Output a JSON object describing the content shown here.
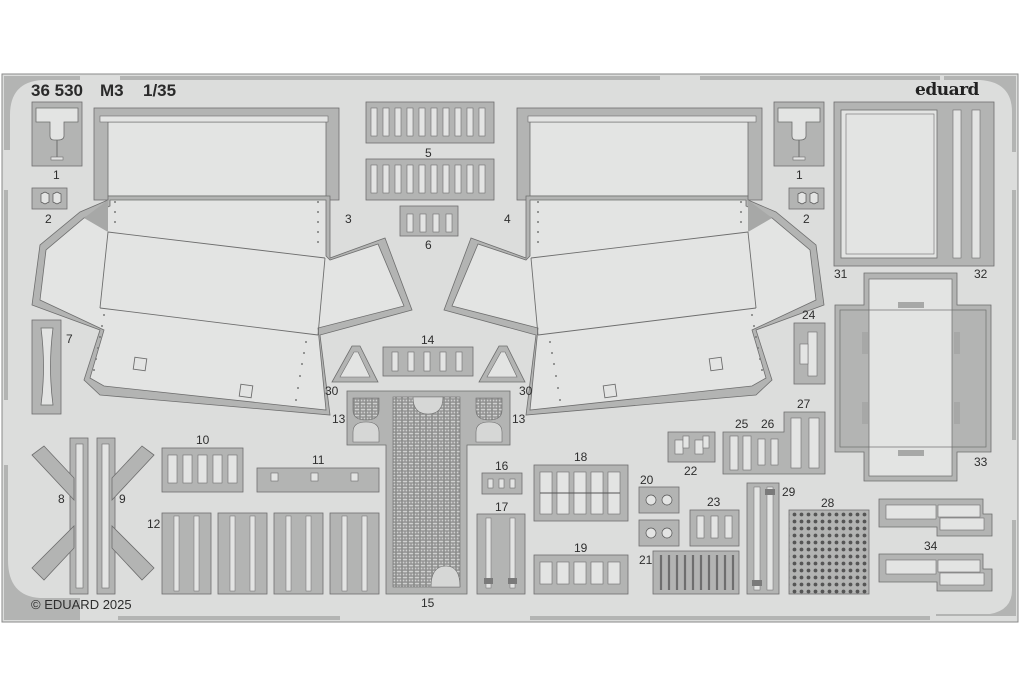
{
  "sheet": {
    "kit_number": "36 530",
    "model": "M3",
    "scale": "1/35",
    "brand": "eduard",
    "copyright": "© EDUARD 2025",
    "colors": {
      "background": "#ffffff",
      "fret": "#dcdddc",
      "part_fill": "#e3e4e3",
      "carrier": "#b3b4b3",
      "outline": "#6e6e6e",
      "text": "#2e2e2e"
    }
  },
  "parts": [
    {
      "id": "1",
      "label": "1",
      "description": "T-handle bracket (left)"
    },
    {
      "id": "1b",
      "label": "1",
      "description": "T-handle bracket (right)"
    },
    {
      "id": "2",
      "label": "2",
      "description": "Hex bolt heads pair (left)"
    },
    {
      "id": "2b",
      "label": "2",
      "description": "Hex bolt heads pair (right)"
    },
    {
      "id": "3",
      "label": "3",
      "description": "Left fender/stowage box panel"
    },
    {
      "id": "4",
      "label": "4",
      "description": "Right fender/stowage box panel"
    },
    {
      "id": "5",
      "label": "5",
      "description": "Clasp strips (2 rows of 10)"
    },
    {
      "id": "6",
      "label": "6",
      "description": "Small clasps (4)"
    },
    {
      "id": "7",
      "label": "7",
      "description": "Curved handle strap"
    },
    {
      "id": "8",
      "label": "8",
      "description": "X-brace (left)"
    },
    {
      "id": "9",
      "label": "9",
      "description": "X-brace (right)"
    },
    {
      "id": "10",
      "label": "10",
      "description": "Buckle set (5)"
    },
    {
      "id": "11",
      "label": "11",
      "description": "Hinge brackets (3)"
    },
    {
      "id": "12",
      "label": "12",
      "description": "Straps with buckles (4 frames)"
    },
    {
      "id": "13",
      "label": "13",
      "description": "Mesh vents (left)"
    },
    {
      "id": "13b",
      "label": "13",
      "description": "Mesh vents (right)"
    },
    {
      "id": "14",
      "label": "14",
      "description": "I-shaped brackets (5)"
    },
    {
      "id": "15",
      "label": "15",
      "description": "Mesh floor plate"
    },
    {
      "id": "16",
      "label": "16",
      "description": "Small links (3)"
    },
    {
      "id": "17",
      "label": "17",
      "description": "Straps (2)"
    },
    {
      "id": "18",
      "label": "18",
      "description": "Latches (5)"
    },
    {
      "id": "19",
      "label": "19",
      "description": "Clips (5)"
    },
    {
      "id": "20",
      "label": "20",
      "description": "Star washers (4)"
    },
    {
      "id": "21",
      "label": "21",
      "description": "Pins (10)"
    },
    {
      "id": "22",
      "label": "22",
      "description": "Offset brackets (2)"
    },
    {
      "id": "23",
      "label": "23",
      "description": "Buckles (3)"
    },
    {
      "id": "24",
      "label": "24",
      "description": "Single clasp"
    },
    {
      "id": "25",
      "label": "25",
      "description": "Plates (2)"
    },
    {
      "id": "26",
      "label": "26",
      "description": "Buckles (2)"
    },
    {
      "id": "27",
      "label": "27",
      "description": "Large latches (2)"
    },
    {
      "id": "28",
      "label": "28",
      "description": "Rivet grid"
    },
    {
      "id": "29",
      "label": "29",
      "description": "Long strap with buckles"
    },
    {
      "id": "30",
      "label": "30",
      "description": "Triangular gusset (left)"
    },
    {
      "id": "30b",
      "label": "30",
      "description": "Triangular gusset (right)"
    },
    {
      "id": "31",
      "label": "31",
      "description": "Rectangular frame panel"
    },
    {
      "id": "32",
      "label": "32",
      "description": "Long rods (2)"
    },
    {
      "id": "33",
      "label": "33",
      "description": "Box tray panel"
    },
    {
      "id": "34",
      "label": "34",
      "description": "Stepped brackets (2)"
    }
  ]
}
